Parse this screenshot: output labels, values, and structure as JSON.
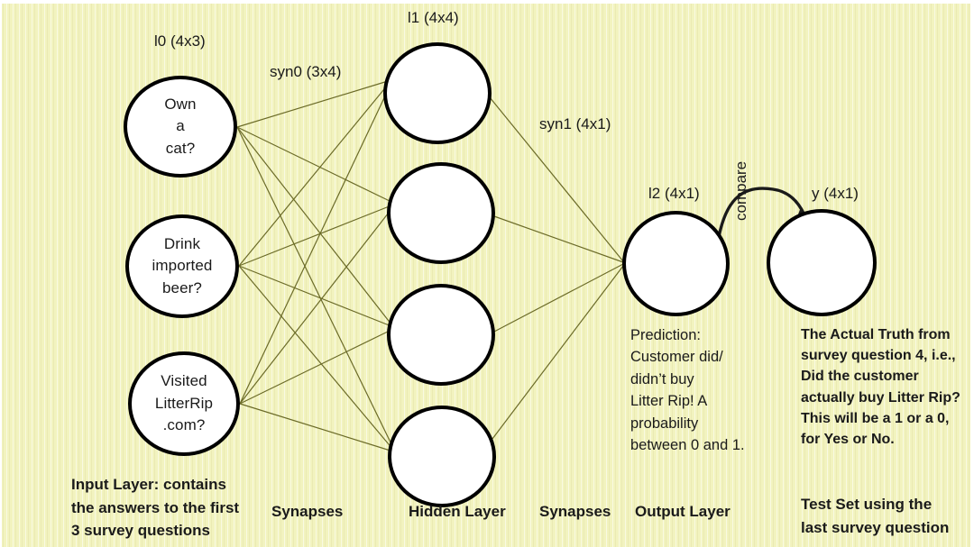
{
  "diagram": {
    "title": "Neural network diagram for Litter Rip! customer prediction",
    "background_color": "#f2f3bf",
    "node_fill": "#ffffff",
    "node_stroke": "#000000",
    "wire_color": "#6b6b28",
    "text_color": "#1a1a1a"
  },
  "matrix_labels": {
    "l0": "l0 (4x3)",
    "syn0": "syn0 (3x4)",
    "l1": "l1 (4x4)",
    "syn1": "syn1 (4x1)",
    "l2": "l2 (4x1)",
    "y": "y (4x1)",
    "compare": "compare"
  },
  "input_layer": {
    "nodes": [
      {
        "id": "input-own-a-cat",
        "text": "Own\na\ncat?"
      },
      {
        "id": "input-drink-beer",
        "text": "Drink\nimported\nbeer?"
      },
      {
        "id": "input-visited-site",
        "text": "Visited\nLitterRip\n.com?"
      }
    ]
  },
  "hidden_layer": {
    "nodes": [
      {
        "id": "hidden-1",
        "text": ""
      },
      {
        "id": "hidden-2",
        "text": ""
      },
      {
        "id": "hidden-3",
        "text": ""
      },
      {
        "id": "hidden-4",
        "text": ""
      }
    ]
  },
  "output_layer": {
    "node": {
      "id": "output-l2",
      "text": ""
    },
    "description": "Prediction:\nCustomer did/\ndidn’t buy\nLitter Rip!  A\nprobability\nbetween 0 and 1."
  },
  "truth_layer": {
    "node": {
      "id": "truth-y",
      "text": ""
    },
    "description": "The Actual Truth from\nsurvey question 4, i.e.,\nDid the customer\nactually buy Litter Rip?\nThis will be a 1 or a 0,\nfor Yes or No."
  },
  "footer": {
    "input_layer": "Input Layer: contains\nthe answers to the first\n3 survey questions",
    "synapses_left": "Synapses",
    "hidden_layer": "Hidden Layer",
    "synapses_right": "Synapses",
    "output_layer": "Output Layer",
    "test_set": "Test Set using the\nlast survey question"
  },
  "chart_data": {
    "type": "diagram",
    "layers": [
      {
        "name": "Input Layer",
        "size": 3,
        "matrix": "l0 (4x3)"
      },
      {
        "name": "Hidden Layer",
        "size": 4,
        "matrix": "l1 (4x4)"
      },
      {
        "name": "Output Layer",
        "size": 1,
        "matrix": "l2 (4x1)"
      },
      {
        "name": "Test Set",
        "size": 1,
        "matrix": "y (4x1)"
      }
    ],
    "weights": [
      {
        "name": "syn0 (3x4)",
        "from": "Input Layer",
        "to": "Hidden Layer"
      },
      {
        "name": "syn1 (4x1)",
        "from": "Hidden Layer",
        "to": "Output Layer"
      }
    ],
    "comparison": {
      "label": "compare",
      "from": "l2 (4x1)",
      "to": "y (4x1)"
    }
  }
}
